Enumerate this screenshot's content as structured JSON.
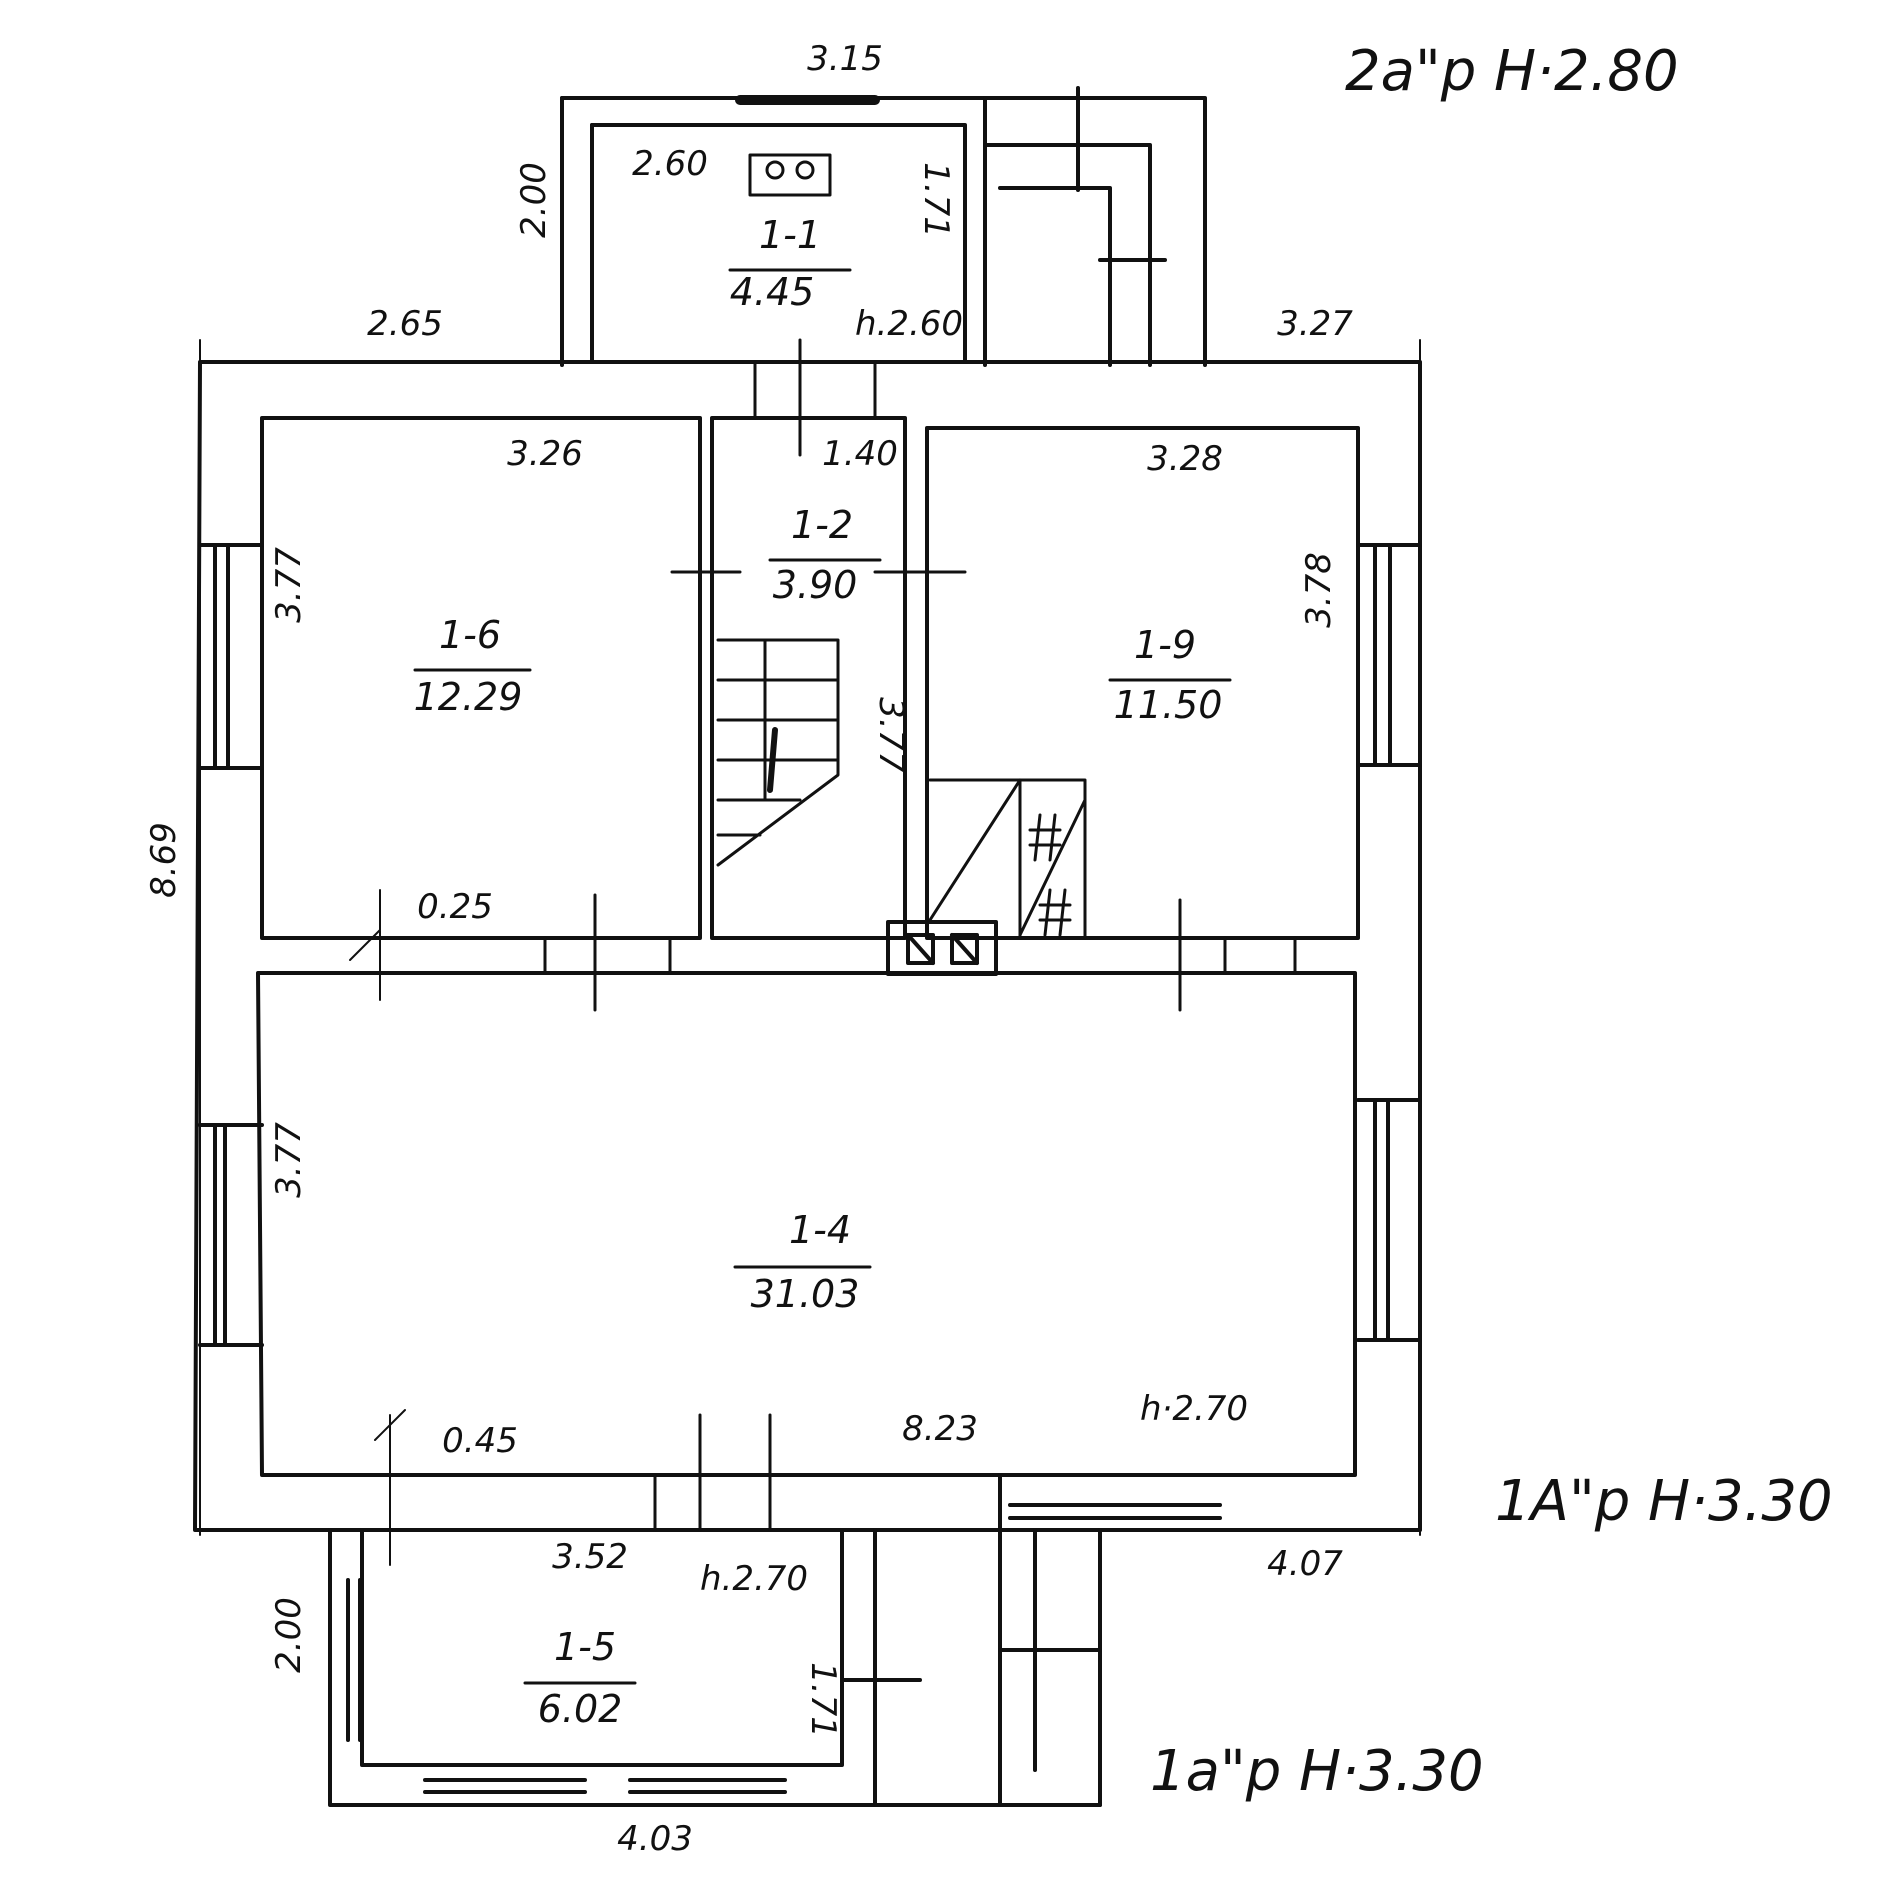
{
  "annotations": {
    "top_right": "2a\"p H·2.80",
    "right_mid": "1A\"p H·3.30",
    "bottom_right": "1a\"p H·3.30"
  },
  "rooms": [
    {
      "id": "1-1",
      "area": "4.45"
    },
    {
      "id": "1-2",
      "area": "3.90"
    },
    {
      "id": "1-6",
      "area": "12.29"
    },
    {
      "id": "1-9",
      "area": "11.50"
    },
    {
      "id": "1-4",
      "area": "31.03"
    },
    {
      "id": "1-5",
      "area": "6.02"
    }
  ],
  "heights": {
    "h_top": "h.2.60",
    "h_main": "h·2.70",
    "h_porch": "h.2.70"
  },
  "dimensions": {
    "top_315": "3.15",
    "top_200": "2.00",
    "top_260": "2.60",
    "top_171": "1.71",
    "top_265": "2.65",
    "top_327": "3.27",
    "r6_326": "3.26",
    "r2_140": "1.40",
    "r9_328": "3.28",
    "r6_377": "3.77",
    "r2_377": "3.77",
    "r9_378": "3.78",
    "overall_869": "8.69",
    "wall_025": "0.25",
    "r4_377": "3.77",
    "r4_045": "0.45",
    "r4_823": "8.23",
    "porch_352": "3.52",
    "porch_407": "4.07",
    "porch_200": "2.00",
    "porch_171": "1.71",
    "porch_403": "4.03"
  }
}
